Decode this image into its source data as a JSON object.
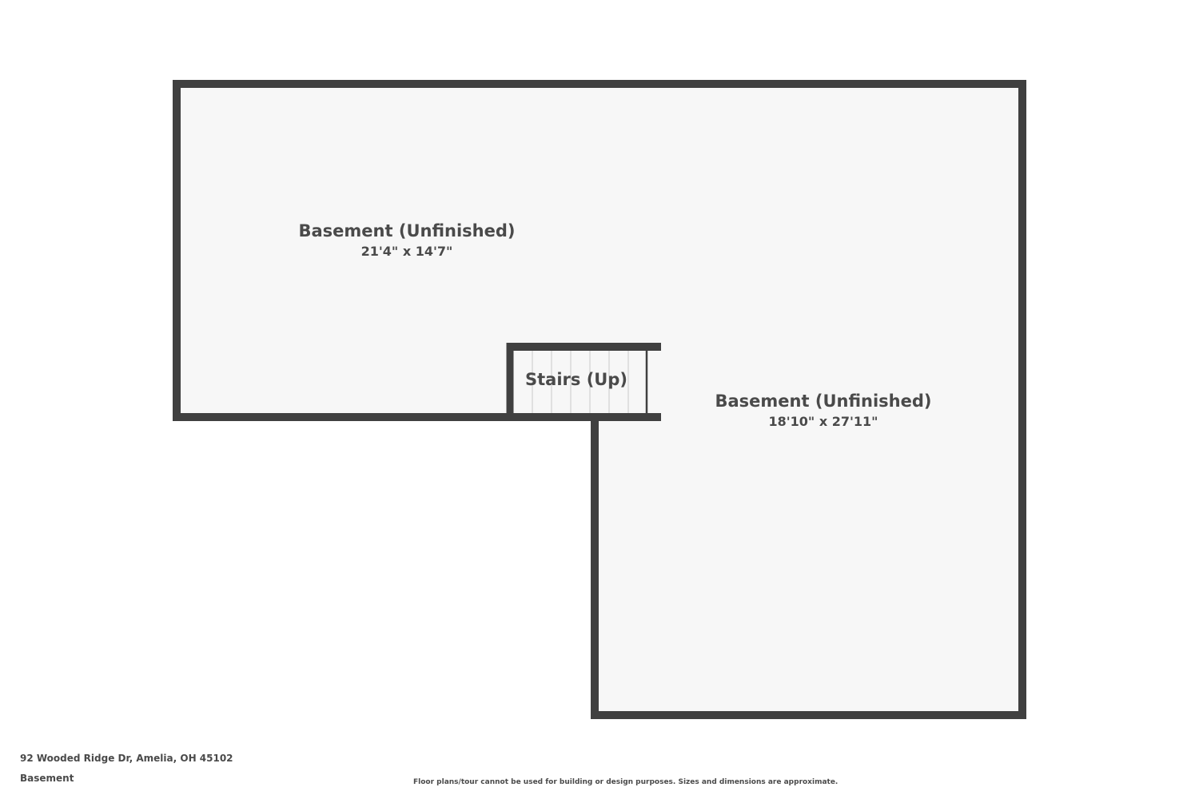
{
  "rooms": [
    {
      "name": "Basement (Unfinished)",
      "dimensions": "21'4\" x 14'7\""
    },
    {
      "name": "Stairs (Up)"
    },
    {
      "name": "Basement (Unfinished)",
      "dimensions": "18'10\" x 27'11\""
    }
  ],
  "footer": {
    "address": "92 Wooded Ridge Dr, Amelia, OH 45102",
    "level": "Basement",
    "disclaimer": "Floor plans/tour cannot be used for building or design purposes. Sizes and dimensions are approximate."
  },
  "colors": {
    "wall": "#404040",
    "floor": "#f7f7f7",
    "text": "#4a4a4a",
    "stair_line": "#c8c8c8"
  }
}
